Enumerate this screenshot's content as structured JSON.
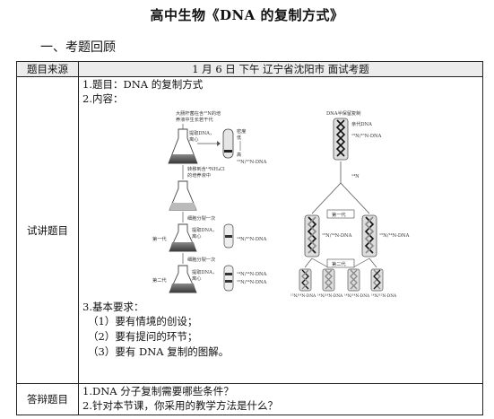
{
  "doc_title": "高中生物《DNA 的复制方式》",
  "section_heading": "一、考题回顾",
  "table": {
    "source_label": "题目来源",
    "source_value": "1 月 6 日  下午  辽宁省沈阳市  面试考题",
    "lecture_label": "试讲题目",
    "topic_line": "1.题目：DNA 的复制方式",
    "content_line": "2.内容：",
    "requirements_heading": "3.基本要求：",
    "requirements": [
      "（1）要有情境的创设；",
      "（2）要有提问的环节；",
      "（3）要有 DNA 复制的图解。"
    ],
    "defense_label": "答辩题目",
    "defense_questions": [
      "1.DNA 分子复制需要哪些条件？",
      "2.针对本节课，你采用的教学方法是什么？"
    ]
  },
  "figure_left": {
    "step1_note": [
      "大肠杆菌在含¹⁵N的培",
      "养液中生长若干代"
    ],
    "extract_dna": [
      "提取DNA，",
      "离心"
    ],
    "centrifuge_tube_note": [
      "密度",
      "低",
      "高"
    ],
    "band_15n": "¹⁵N/¹⁵N-DNA",
    "transfer_note": [
      "转移到含¹⁴NH₄Cl",
      "的培养液中"
    ],
    "division_once": "细胞分裂一次",
    "gen1_label": "第一代",
    "band_14n15n": "¹⁴N/¹⁵N-DNA",
    "division_again": "细胞分裂一次",
    "gen2_label": "第二代",
    "band_gen2_a": "¹⁴N/¹⁴N-DNA",
    "band_gen2_b": "¹⁵N/¹⁴N-DNA"
  },
  "figure_right": {
    "title": "DNA半保留复制",
    "parent_label": "亲代DNA",
    "parent_type": "¹⁵N/¹⁵N-DNA",
    "medium": "¹⁴N",
    "gen1": "第一代",
    "gen1_type_a": "¹⁵N/¹⁴N-DNA",
    "gen1_type_b": "¹⁵N/¹⁴N-DNA",
    "gen2": "第二代",
    "gen2_types": [
      "¹⁵N/¹⁴N-DNA",
      "¹⁴N/¹⁴N-DNA",
      "¹⁴N/¹⁴N-DNA",
      "¹⁴N/¹⁵N-DNA"
    ]
  }
}
